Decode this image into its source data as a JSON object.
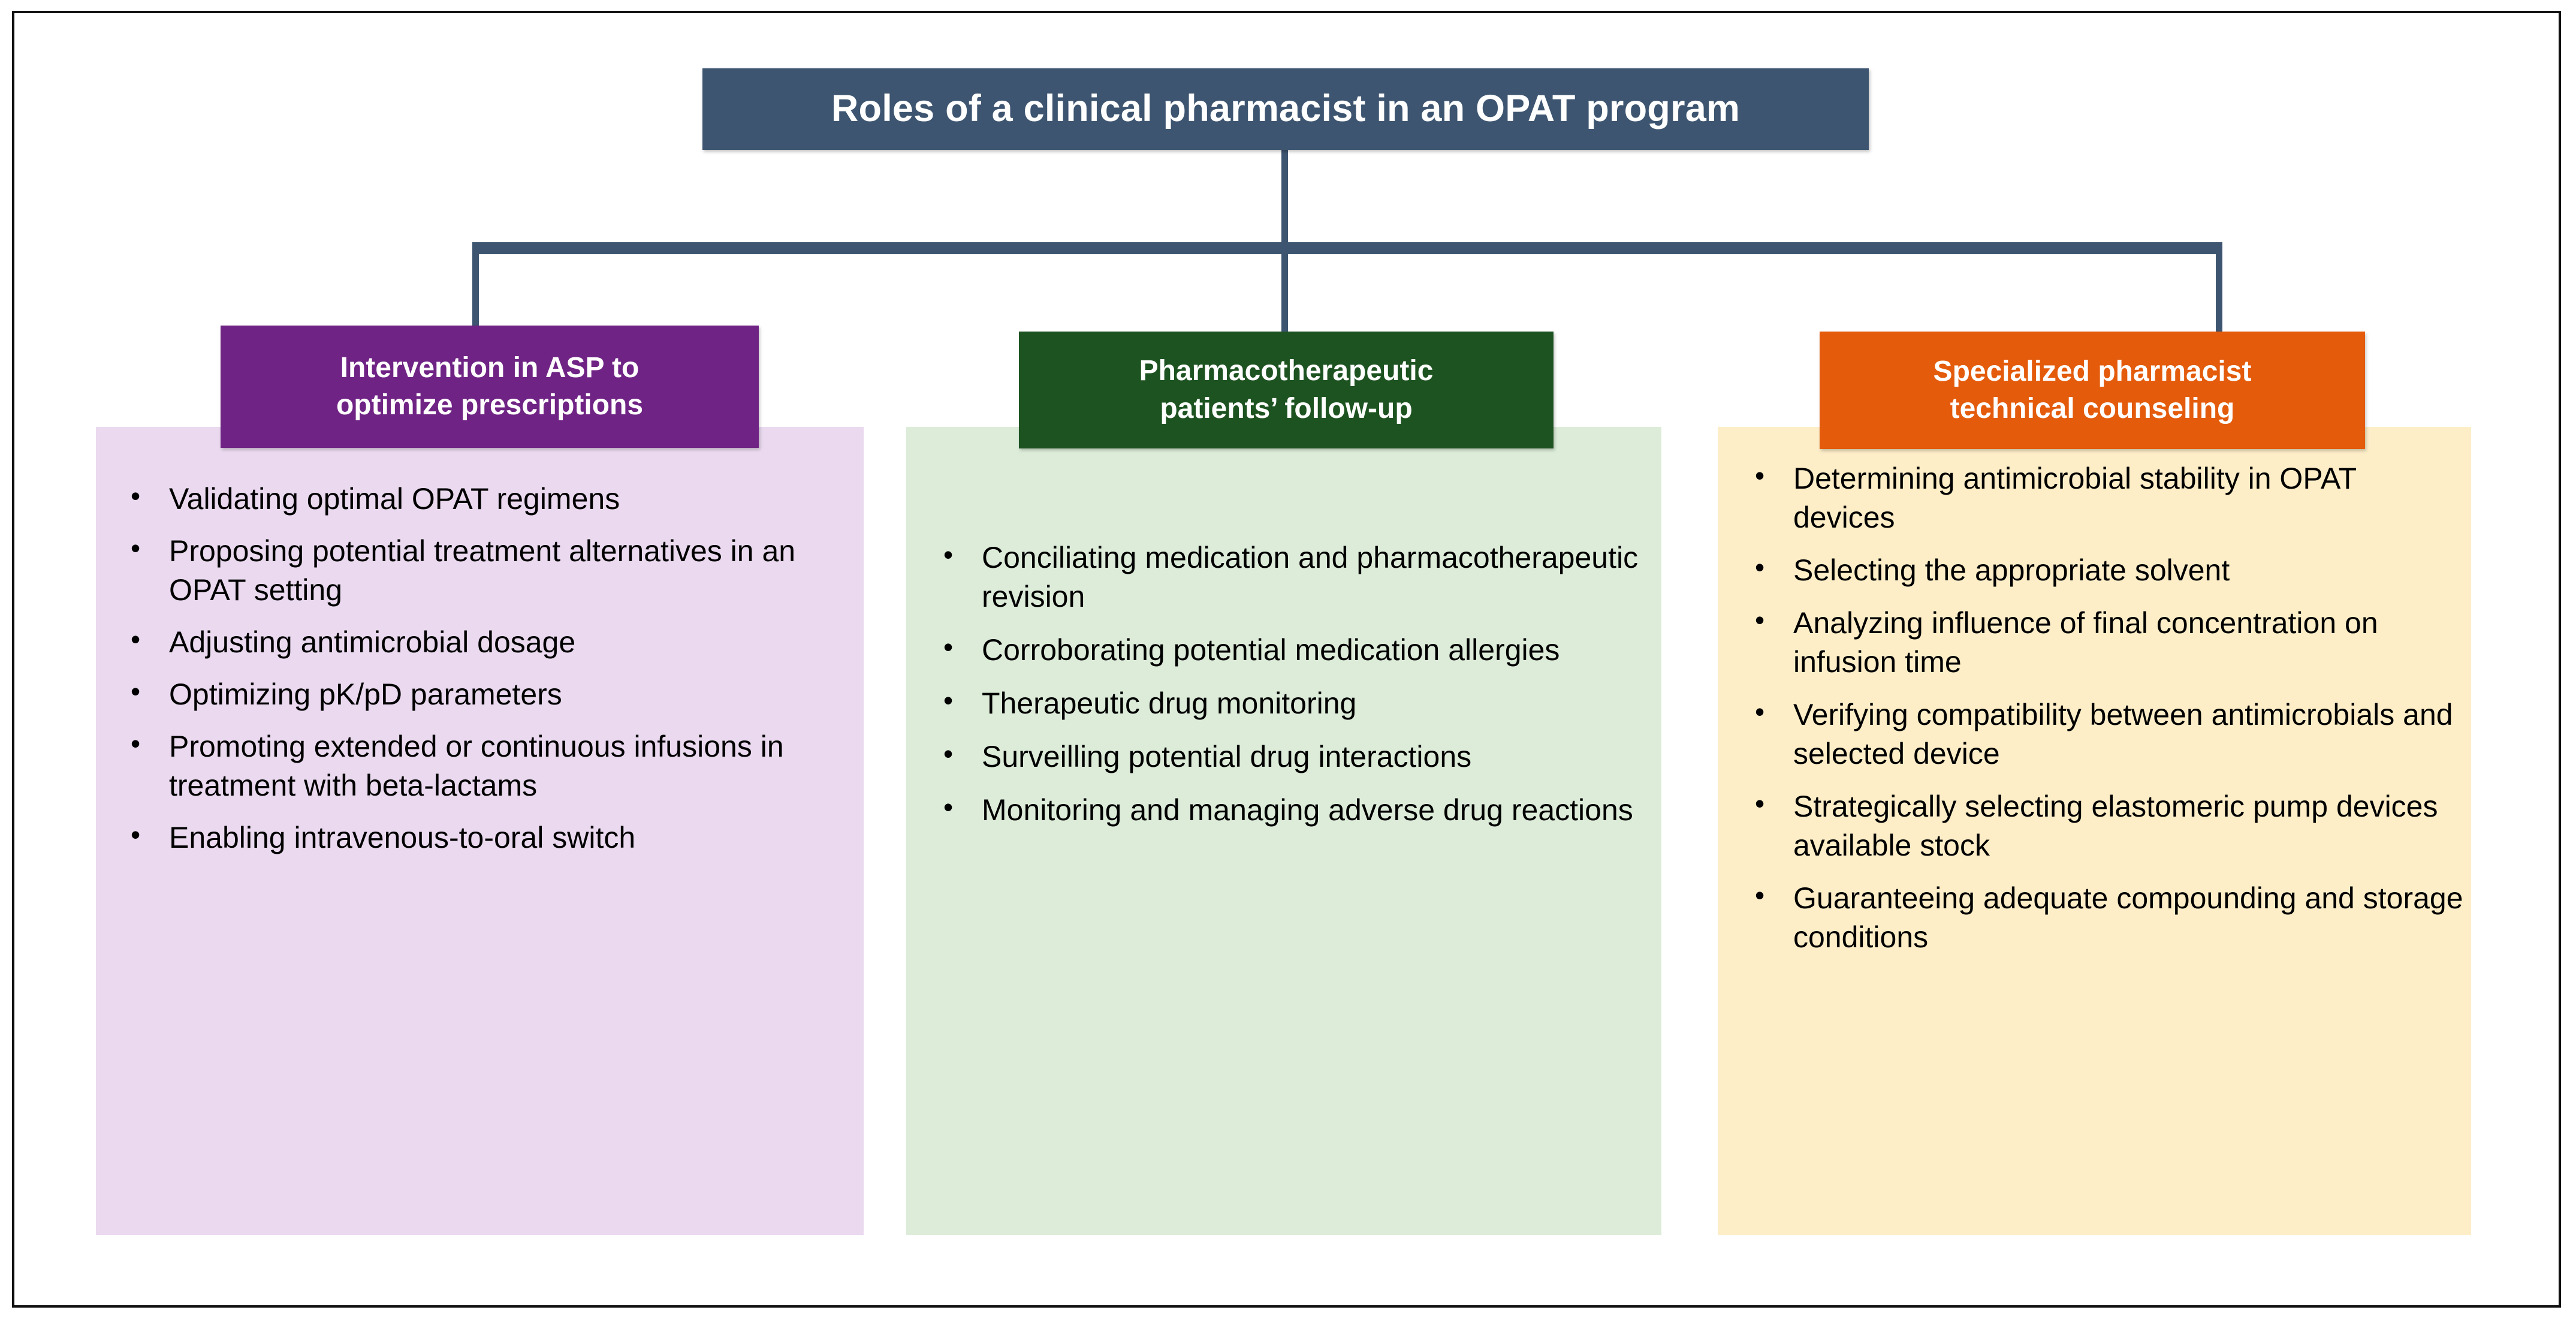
{
  "diagram": {
    "title": "Roles of a clinical pharmacist in an OPAT program",
    "colors": {
      "title_box": "#3d5570",
      "connector": "#3d5570",
      "frame_border": "#111111",
      "column1_header": "#6f2384",
      "column1_body": "#ead9ef",
      "column2_header": "#1d5320",
      "column2_body": "#dcecd9",
      "column3_header": "#e35b0b",
      "column3_body": "#fdeec8"
    },
    "columns": [
      {
        "header": "Intervention in ASP to\noptimize prescriptions",
        "items": [
          "Validating optimal OPAT regimens",
          "Proposing potential treatment alternatives in an OPAT setting",
          "Adjusting antimicrobial dosage",
          "Optimizing pK/pD parameters",
          "Promoting extended or continuous infusions in treatment with beta-lactams",
          "Enabling intravenous-to-oral switch"
        ]
      },
      {
        "header": "Pharmacotherapeutic\npatients’ follow-up",
        "items": [
          "Conciliating medication and pharmacotherapeutic revision",
          "Corroborating potential medication allergies",
          "Therapeutic drug monitoring",
          "Surveilling potential drug interactions",
          "Monitoring and managing adverse drug reactions"
        ]
      },
      {
        "header": "Specialized pharmacist\ntechnical counseling",
        "items": [
          "Determining antimicrobial stability in OPAT devices",
          "Selecting the appropriate solvent",
          "Analyzing influence of final concentration on infusion time",
          "Verifying compatibility between antimicrobials and selected device",
          "Strategically selecting elastomeric pump devices available stock",
          "Guaranteeing adequate compounding and storage conditions"
        ]
      }
    ]
  }
}
